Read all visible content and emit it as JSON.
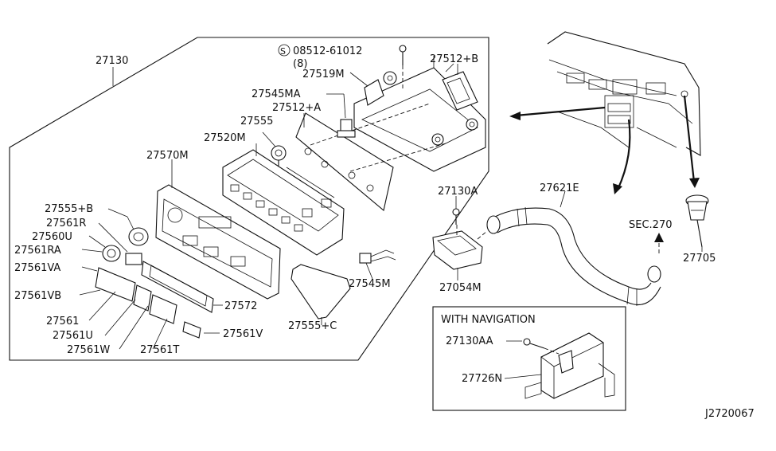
{
  "labels": {
    "p27130": "27130",
    "p08512": "08512-61012",
    "p08512_qty": "(8)",
    "p08512_mark": "S",
    "p27519M": "27519M",
    "p27512B": "27512+B",
    "p27545MA": "27545MA",
    "p27512A": "27512+A",
    "p27555": "27555",
    "p27520M": "27520M",
    "p27570M": "27570M",
    "p27555B": "27555+B",
    "p27561R": "27561R",
    "p27560U": "27560U",
    "p27561RA": "27561RA",
    "p27561VA": "27561VA",
    "p27561VB": "27561VB",
    "p27561": "27561",
    "p27561U": "27561U",
    "p27561W": "27561W",
    "p27561T": "27561T",
    "p27572": "27572",
    "p27561V": "27561V",
    "p27555C": "27555+C",
    "p27545M": "27545M",
    "p27130A": "27130A",
    "p27054M": "27054M",
    "p27621E": "27621E",
    "sec270": "SEC.270",
    "p27705": "27705",
    "nav_title": "WITH NAVIGATION",
    "p27130AA": "27130AA",
    "p27726N": "27726N",
    "diagram_code": "J2720067"
  }
}
